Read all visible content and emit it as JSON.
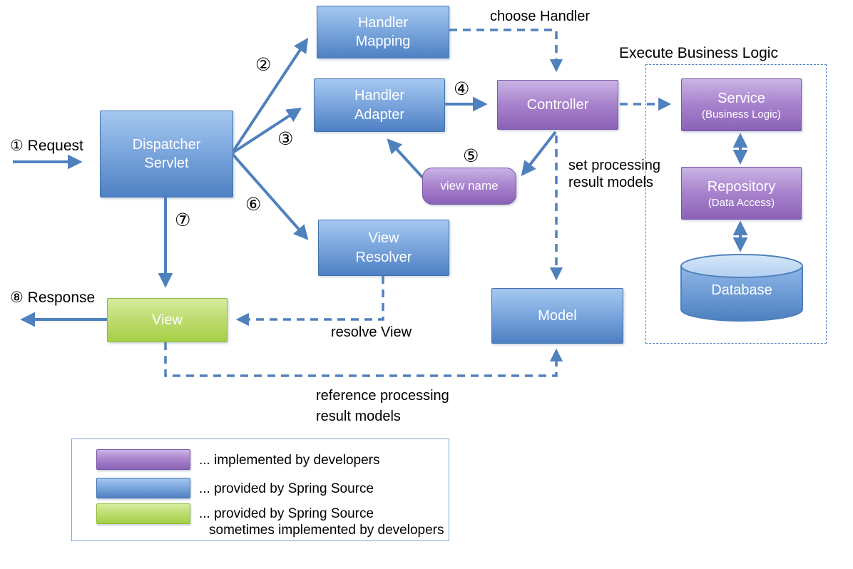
{
  "diagram": {
    "title_hint": "Spring MVC request lifecycle diagram",
    "nodes": {
      "dispatcher_servlet": "Dispatcher\nServlet",
      "handler_mapping": "Handler\nMapping",
      "handler_adapter": "Handler\nAdapter",
      "controller": "Controller",
      "view_name": "view name",
      "view_resolver": "View\nResolver",
      "view": "View",
      "model": "Model",
      "service_title": "Service",
      "service_subtitle": "(Business Logic)",
      "repository_title": "Repository",
      "repository_subtitle": "(Data Access)",
      "database": "Database"
    },
    "annotations": {
      "request": "① Request",
      "response": "⑧ Response",
      "choose_handler": "choose Handler",
      "execute_business_logic": "Execute Business Logic",
      "set_processing": "set processing\nresult models",
      "resolve_view": "resolve View",
      "reference_processing": "reference processing\nresult models"
    },
    "steps": {
      "s2": "②",
      "s3": "③",
      "s4": "④",
      "s5": "⑤",
      "s6": "⑥",
      "s7": "⑦"
    },
    "legend": {
      "items": [
        {
          "color_name": "purple",
          "color_hex": "#8a62b6",
          "line1": "... implemented by developers",
          "line2": ""
        },
        {
          "color_name": "blue",
          "color_hex": "#4e80c2",
          "line1": "... provided by Spring Source",
          "line2": ""
        },
        {
          "color_name": "green",
          "color_hex": "#a5cf47",
          "line1": "... provided by Spring Source",
          "line2": "sometimes implemented by developers"
        }
      ]
    },
    "colors": {
      "connector_blue": "#4f81bd",
      "box_blue_top": "#a5c8f0",
      "box_blue_bottom": "#4e80c2",
      "box_purple_top": "#c9b4e4",
      "box_purple_bottom": "#8a62b6",
      "box_green_top": "#d6ec9f",
      "box_green_bottom": "#a5cf47",
      "text_black": "#000000",
      "text_white": "#ffffff"
    }
  }
}
